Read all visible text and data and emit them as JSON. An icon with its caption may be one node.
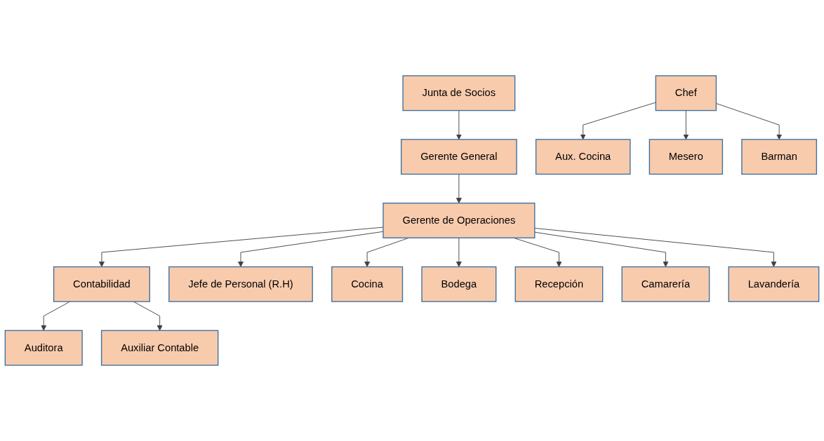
{
  "diagram": {
    "nodes": [
      {
        "text": [
          "Junta de Socios"
        ]
      },
      {
        "text": [
          "Gerente General"
        ]
      },
      {
        "text": [
          "Gerente de Operaciones"
        ]
      },
      {
        "text": [
          "Contabilidad"
        ]
      },
      {
        "text": [
          "Jefe de Personal (R.H)"
        ]
      },
      {
        "text": [
          "Auditora"
        ]
      },
      {
        "text": [
          "Auxiliar Contable"
        ]
      },
      {
        "text": [
          "Cocina"
        ]
      },
      {
        "text": [
          "Bodega"
        ]
      },
      {
        "text": [
          "Recepción"
        ]
      },
      {
        "text": [
          "Camarería"
        ]
      },
      {
        "text": [
          "Lavandería"
        ]
      },
      {
        "text": [
          "Chef"
        ]
      },
      {
        "text": [
          "Aux. Cocina"
        ]
      },
      {
        "text": [
          "Mesero"
        ]
      },
      {
        "text": [
          "Barman"
        ]
      }
    ],
    "edges": [
      {
        "from": 0,
        "to": 1,
        "arrow": "to"
      },
      {
        "from": 1,
        "to": 2,
        "arrow": "to"
      },
      {
        "from": 2,
        "to": 3,
        "arrow": "to"
      },
      {
        "from": 2,
        "to": 4,
        "arrow": "to"
      },
      {
        "from": 3,
        "to": 5,
        "arrow": "to"
      },
      {
        "from": 3,
        "to": 6,
        "arrow": "to"
      },
      {
        "from": 2,
        "to": 7,
        "arrow": "to"
      },
      {
        "from": 2,
        "to": 8,
        "arrow": "to"
      },
      {
        "from": 2,
        "to": 9,
        "arrow": "to"
      },
      {
        "from": 2,
        "to": 10,
        "arrow": "to"
      },
      {
        "from": 2,
        "to": 11,
        "arrow": "to"
      },
      {
        "from": 12,
        "to": 13,
        "arrow": "to"
      },
      {
        "from": 12,
        "to": 14,
        "arrow": "to"
      },
      {
        "from": 12,
        "to": 15,
        "arrow": "to"
      }
    ]
  }
}
